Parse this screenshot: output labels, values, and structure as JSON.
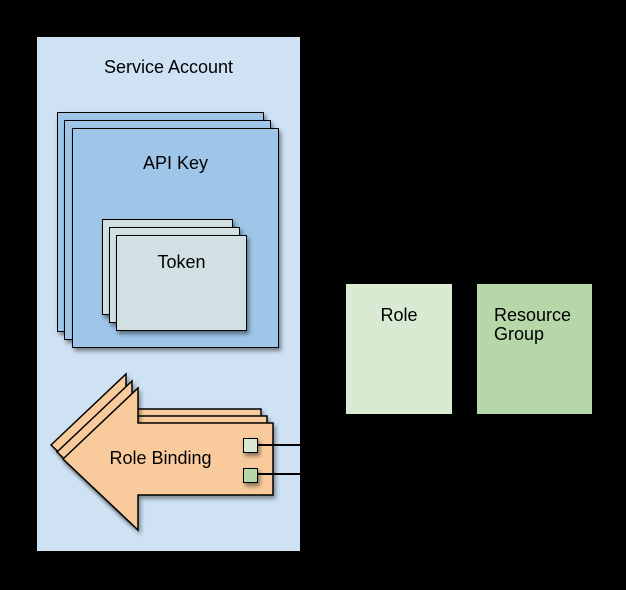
{
  "diagram": {
    "background": "#000000",
    "stroke": "#000000",
    "service_account": {
      "label": "Service Account",
      "fill": "#cfe2f3"
    },
    "api_key": {
      "label": "API Key",
      "fill": "#9fc5e8",
      "stack_count": 3
    },
    "token": {
      "label": "Token",
      "fill": "#d0e0e3",
      "stack_count": 3
    },
    "role_binding": {
      "label": "Role Binding",
      "fill": "#f9cb9c",
      "stack_count": 3
    },
    "role": {
      "label": "Role",
      "fill": "#d9ead3"
    },
    "resource_group": {
      "label": "Resource Group",
      "fill": "#b6d7a8"
    },
    "ports": {
      "role_port_fill": "#d9ead3",
      "resource_group_port_fill": "#b6d7a8"
    }
  }
}
